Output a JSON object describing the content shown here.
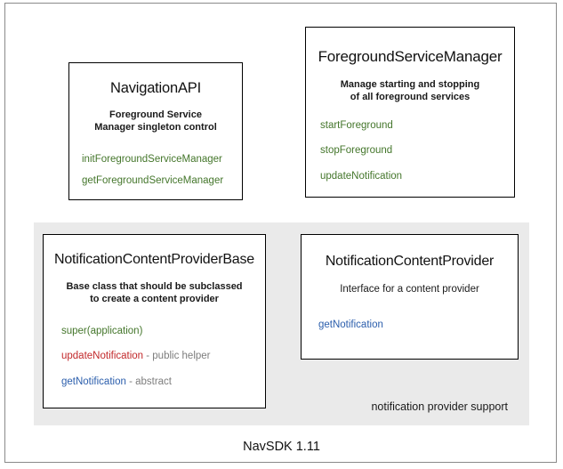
{
  "diagram": {
    "footer": "NavSDK 1.11",
    "group": {
      "label": "notification provider support"
    },
    "colors": {
      "green": "#44762b",
      "red": "#c2282a",
      "blue": "#2b5eac",
      "note_gray": "#7d7d7d",
      "panel_gray": "#eaeaea",
      "border": "#000000"
    },
    "cards": {
      "navigation_api": {
        "title": "NavigationAPI",
        "description_line_1": "Foreground Service",
        "description_line_2": "Manager singleton control",
        "methods": [
          {
            "name": "initForegroundServiceManager",
            "note": ""
          },
          {
            "name": "getForegroundServiceManager",
            "note": ""
          }
        ]
      },
      "foreground_service_manager": {
        "title": "ForegroundServiceManager",
        "description_line_1": "Manage starting and stopping",
        "description_line_2": "of all foreground services",
        "methods": [
          {
            "name": "startForeground",
            "note": ""
          },
          {
            "name": "stopForeground",
            "note": ""
          },
          {
            "name": "updateNotification",
            "note": ""
          }
        ]
      },
      "notification_content_provider_base": {
        "title": "NotificationContentProviderBase",
        "description_line_1": "Base class that should be subclassed",
        "description_line_2": "to create a content provider",
        "methods": [
          {
            "name": "super(application)",
            "note": ""
          },
          {
            "name": "updateNotification",
            "note": " - public helper"
          },
          {
            "name": "getNotification",
            "note": " - abstract"
          }
        ]
      },
      "notification_content_provider": {
        "title": "NotificationContentProvider",
        "description_line_1": "Interface for a content provider",
        "description_line_2": "",
        "methods": [
          {
            "name": "getNotification",
            "note": ""
          }
        ]
      }
    }
  }
}
